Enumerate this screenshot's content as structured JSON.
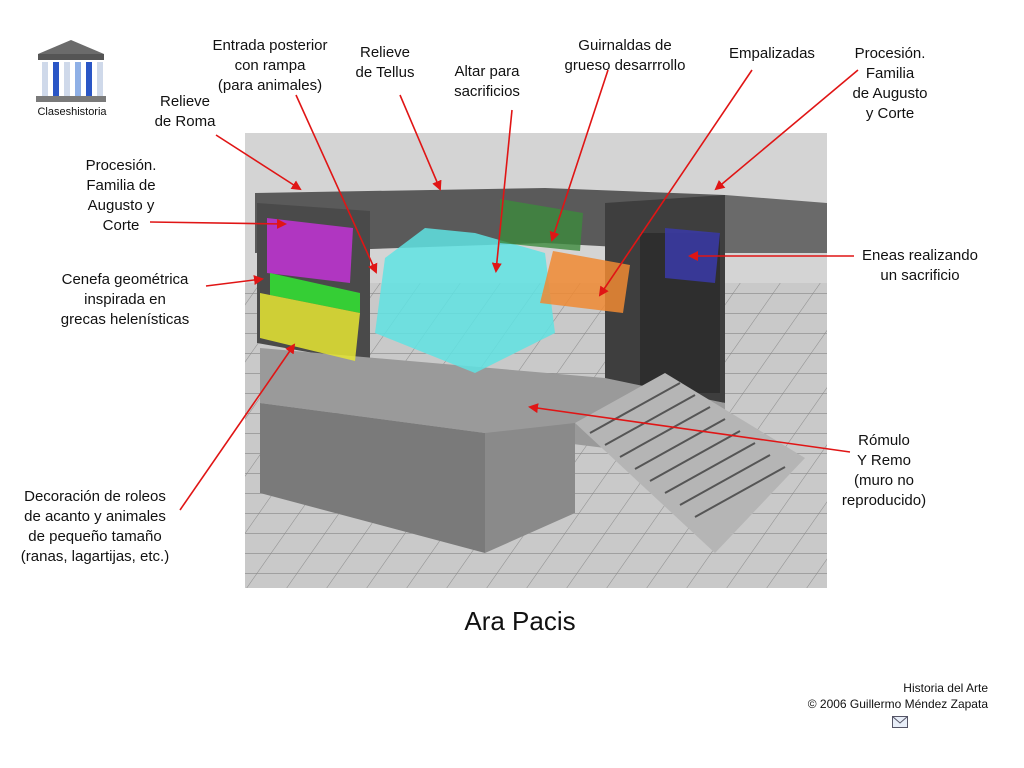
{
  "logo": {
    "caption": "Claseshistoria"
  },
  "title": "Ara Pacis",
  "credits": {
    "line1": "Historia del Arte",
    "line2": "© 2006 Guillermo Méndez Zapata"
  },
  "labels": {
    "entrada": "Entrada posterior\ncon rampa\n(para animales)",
    "relieve_tellus": "Relieve\nde Tellus",
    "altar": "Altar para\nsacrificios",
    "guirnaldas": "Guirnaldas de\ngrueso desarrrollo",
    "empalizadas": "Empalizadas",
    "procesion_right": "Procesión.\nFamilia\nde Augusto\ny Corte",
    "relieve_roma": "Relieve\nde Roma",
    "procesion_left": "Procesión.\nFamilia de\nAugusto y\nCorte",
    "cenefa": "Cenefa geométrica\ninspirada en\ngrecas helenísticas",
    "eneas": "Eneas realizando\nun sacrificio",
    "romulo": "Rómulo\nY Remo\n(muro no\nreproducido)",
    "decoracion": "Decoración de roleos\nde acanto y animales\nde pequeño tamaño\n(ranas, lagartijas, etc.)"
  },
  "colors": {
    "arrow": "#e01515",
    "altar_overlay": "#5fe3e3",
    "procesion_overlay": "#c233d6",
    "cenefa_overlay": "#33dd33",
    "acanto_overlay": "#e6e633",
    "guirnaldas_overlay": "#3c8a3c",
    "empalizadas_overlay": "#f08a33",
    "eneas_overlay": "#3a3aa8"
  },
  "icons": [
    "temple-logo-icon",
    "mail-icon"
  ]
}
